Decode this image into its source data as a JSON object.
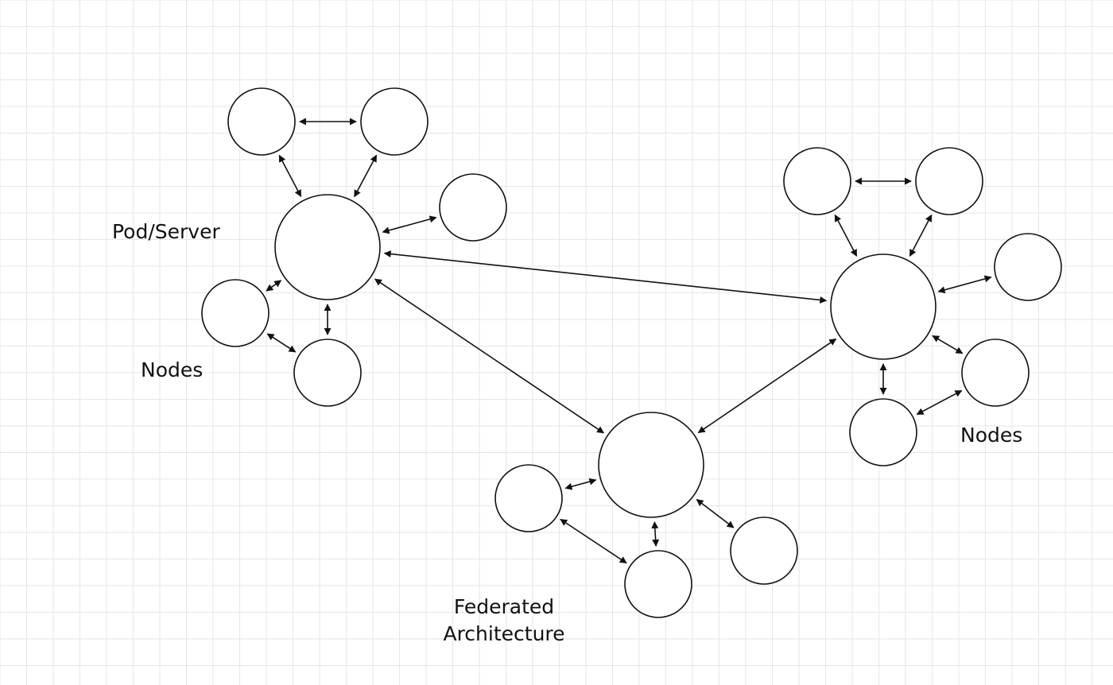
{
  "diagram": {
    "background": "#ffffff",
    "grid_color": "#e6e6e6",
    "stroke_color": "#111111",
    "labels": {
      "pod_server": "Pod/Server",
      "nodes_left": "Nodes",
      "nodes_right": "Nodes",
      "federated_line1": "Federated",
      "federated_line2": "Architecture"
    }
  }
}
